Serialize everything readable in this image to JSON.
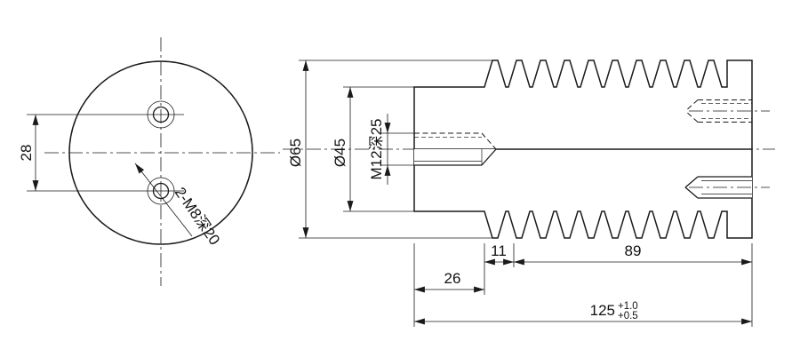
{
  "drawing": {
    "end_view": {
      "dim_hole_spacing": "28",
      "holes_callout": "2-M8深20"
    },
    "section_view": {
      "dim_outer_diameter": "Ø65",
      "dim_core_diameter": "Ø45",
      "dim_thread_hole": "M12深25",
      "dim_pitch": "11",
      "dim_ribbed_length": "89",
      "dim_left_length": "26",
      "dim_overall_length": "125",
      "dim_overall_tol_upper": "+1.0",
      "dim_overall_tol_lower": "+0.5"
    },
    "colors": {
      "line": "#1a1a1a",
      "background": "#ffffff",
      "hatch": "#777777"
    }
  }
}
